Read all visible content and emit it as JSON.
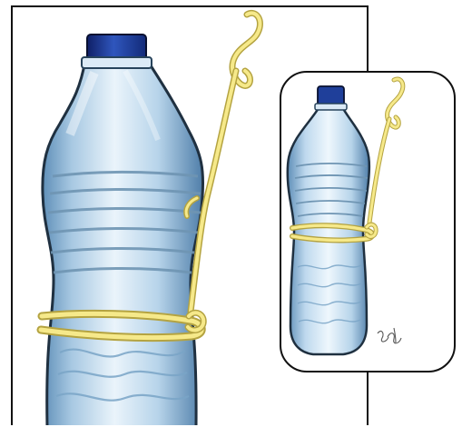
{
  "scene": {
    "subject": "water-bottle-with-rope",
    "panels": [
      "main-bottle-closeup",
      "inset-full-bottle"
    ]
  },
  "colors": {
    "cap": "#1f3f9a",
    "cap_dark": "#0f1f66",
    "bottle_light": "#eaf4fb",
    "bottle_mid": "#a7c8e2",
    "bottle_dark": "#5f8fb8",
    "rope": "#f6e98a",
    "rope_outline": "#b4a341",
    "frame": "#111111"
  },
  "icons": {
    "bottle": "water-bottle-icon",
    "rope": "rope-loop-icon",
    "signature": "artist-signature-icon"
  }
}
